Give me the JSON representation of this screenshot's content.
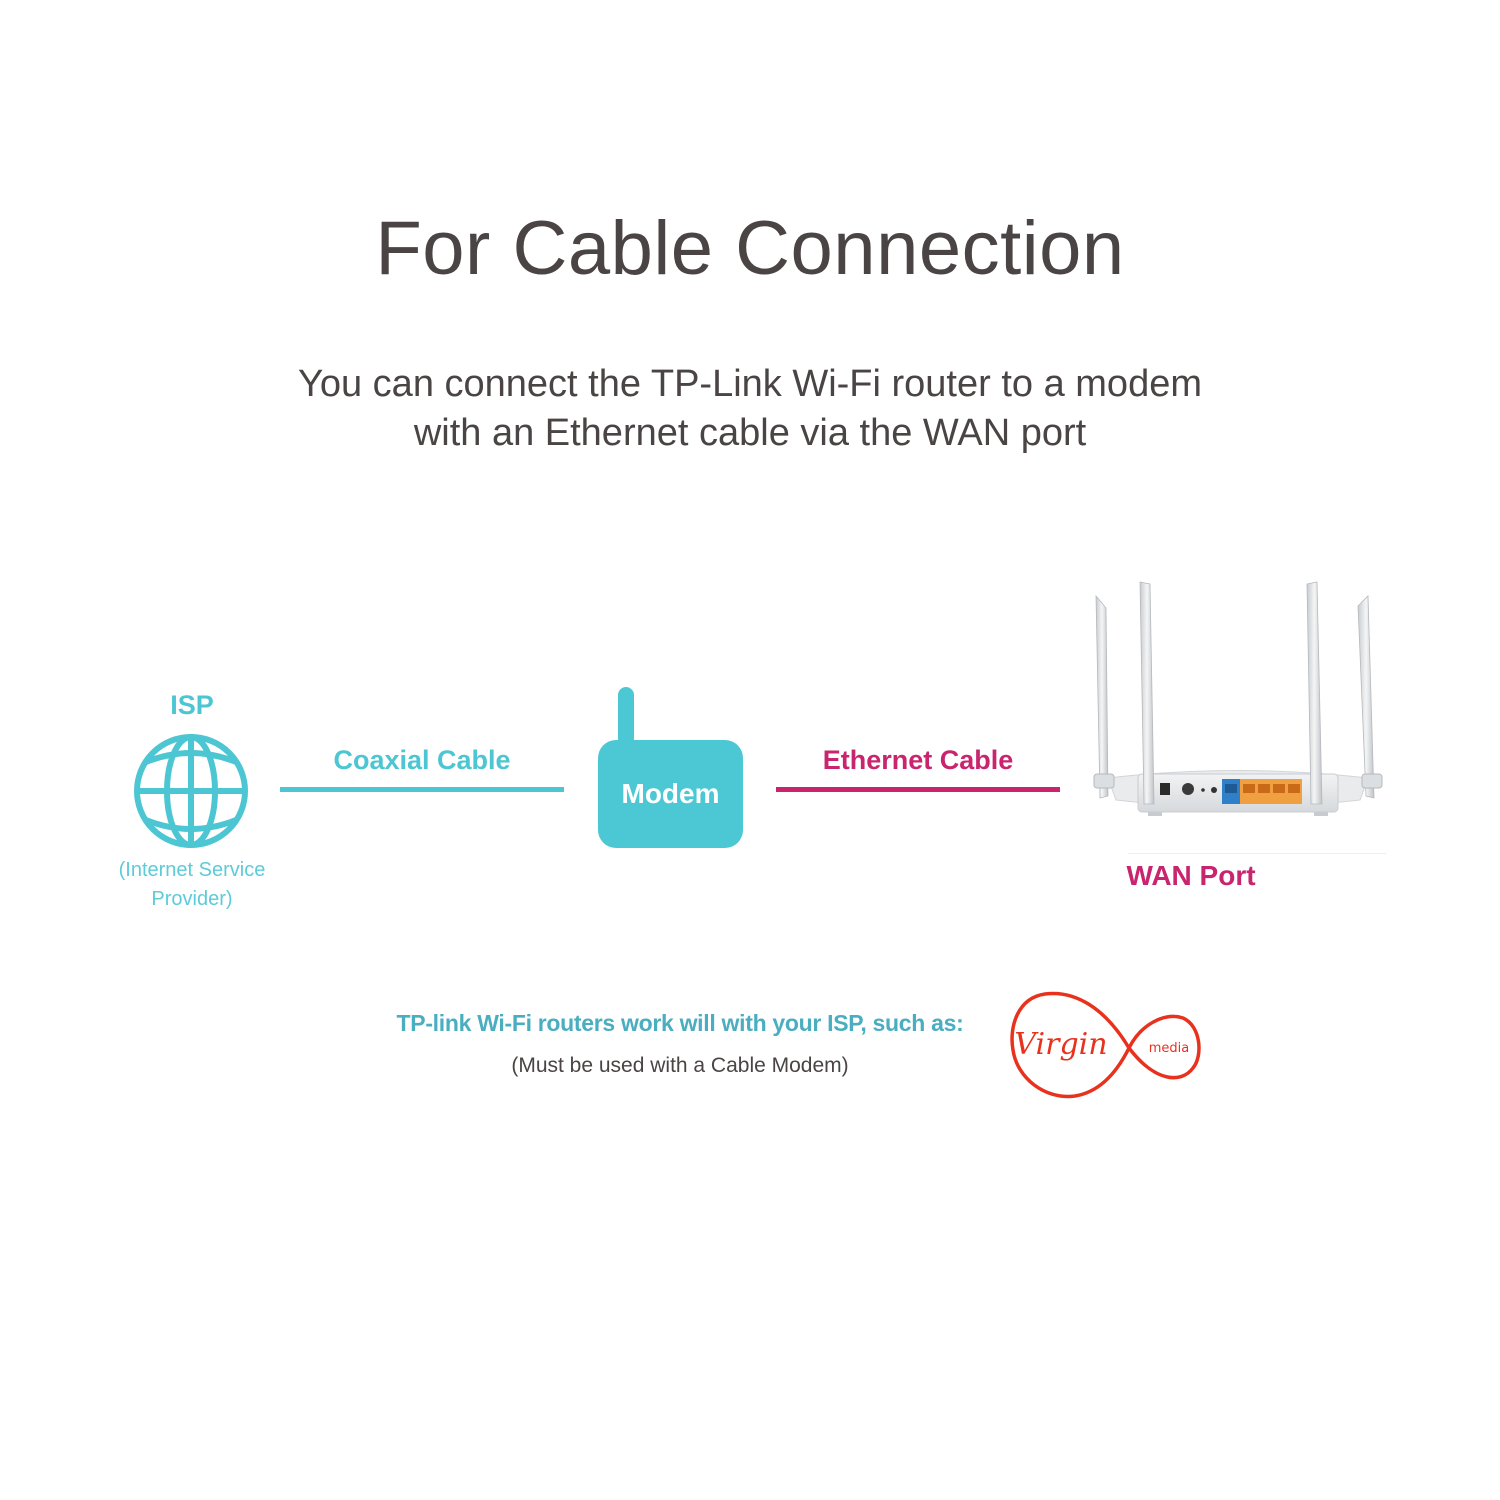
{
  "header": {
    "title": "For Cable Connection",
    "subtitle_lines": [
      "You can connect the TP-Link Wi-Fi router to a modem",
      "with an Ethernet cable via the WAN port"
    ]
  },
  "diagram": {
    "isp": {
      "label": "ISP",
      "icon": "globe-icon",
      "description_lines": [
        "(Internet Service",
        "Provider)"
      ]
    },
    "coaxial_cable": {
      "label": "Coaxial Cable",
      "color": "#4cc6d2"
    },
    "modem": {
      "label": "Modem",
      "icon": "modem-icon",
      "color": "#4cc8d4"
    },
    "ethernet_cable": {
      "label": "Ethernet Cable",
      "color": "#c8256e"
    },
    "router": {
      "icon": "router-icon",
      "antennas": 4,
      "ports": [
        "power",
        "power-switch",
        "reset",
        "wps",
        "wan",
        "lan1",
        "lan2",
        "lan3",
        "lan4"
      ],
      "wan_port_color": "#2f80c8",
      "lan_port_color": "#f0a040",
      "label": "WAN Port"
    }
  },
  "footer": {
    "note": "TP-link Wi-Fi routers work will with your ISP, such as:",
    "sub_note": "(Must be used with a Cable Modem)",
    "isp_logo": {
      "brand_text": "Virgin",
      "secondary_text": "media",
      "color": "#e8321e"
    }
  },
  "colors": {
    "text_dark": "#4a4444",
    "teal": "#4cc6d2",
    "magenta": "#c8256e"
  }
}
